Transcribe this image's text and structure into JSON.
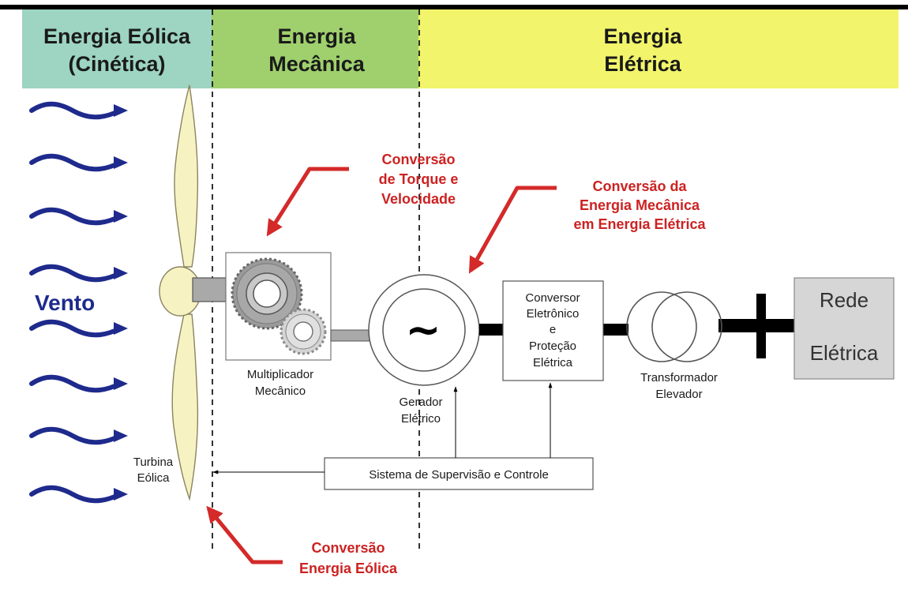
{
  "header": {
    "sections": [
      {
        "line1": "Energia Eólica",
        "line2": "(Cinética)",
        "color": "#9dd4c2"
      },
      {
        "line1": "Energia",
        "line2": "Mecânica",
        "color": "#9fd06d"
      },
      {
        "line1": "Energia",
        "line2": "Elétrica",
        "color": "#f2f56b"
      }
    ]
  },
  "wind": {
    "label": "Vento",
    "arrow_color": "#1e2a8c"
  },
  "turbine": {
    "line1": "Turbina",
    "line2": "Eólica"
  },
  "multiplier": {
    "line1": "Multiplicador",
    "line2": "Mecânico"
  },
  "generator": {
    "line1": "Gerador",
    "line2": "Elétrico",
    "symbol": "~"
  },
  "converter": {
    "line1": "Conversor",
    "line2": "Eletrônico",
    "line3": "e",
    "line4": "Proteção",
    "line5": "Elétrica"
  },
  "transformer": {
    "line1": "Transformador",
    "line2": "Elevador"
  },
  "grid": {
    "line1": "Rede",
    "line2": "Elétrica"
  },
  "control": {
    "label": "Sistema de Supervisão e Controle"
  },
  "annotations": {
    "torque": {
      "line1": "Conversão",
      "line2": "de Torque e",
      "line3": "Velocidade"
    },
    "mech_elec": {
      "line1": "Conversão da",
      "line2": "Energia Mecânica",
      "line3": "em Energia Elétrica"
    },
    "eolic": {
      "line1": "Conversão",
      "line2": "Energia Eólica"
    },
    "color": "#cc2222"
  }
}
